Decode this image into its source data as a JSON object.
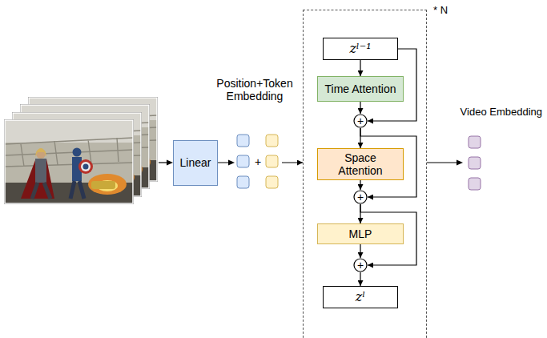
{
  "diagram": {
    "nodes": [
      {
        "text": [
          "Linear"
        ]
      },
      {
        "text": [
          "* N"
        ]
      },
      {
        "text": [
          "zˡ⁻¹"
        ],
        "in": 1
      },
      {
        "text": [
          "Time Attention"
        ],
        "in": 1
      },
      {
        "text": [
          "+"
        ],
        "in": 1
      },
      {
        "text": [
          "Space Attention"
        ],
        "in": 1
      },
      {
        "text": [
          "+"
        ],
        "in": 1
      },
      {
        "text": [
          "MLP"
        ],
        "in": 1
      },
      {
        "text": [
          "+"
        ],
        "in": 1
      },
      {
        "text": [
          "zˡ"
        ],
        "in": 1
      }
    ],
    "edges": [
      {
        "from": 0,
        "to": 1,
        "arrow": "to"
      },
      {
        "from": 2,
        "to": 3,
        "arrow": "to"
      },
      {
        "from": 3,
        "to": 4,
        "arrow": "to"
      },
      {
        "from": 2,
        "to": 4,
        "arrow": "to"
      },
      {
        "from": 4,
        "to": 5,
        "arrow": "to"
      },
      {
        "from": 5,
        "to": 6,
        "arrow": "to"
      },
      {
        "from": 4,
        "to": 6,
        "arrow": "to"
      },
      {
        "from": 6,
        "to": 7,
        "arrow": "to"
      },
      {
        "from": 7,
        "to": 8,
        "arrow": "to"
      },
      {
        "from": 6,
        "to": 8,
        "arrow": "to"
      },
      {
        "from": 8,
        "to": 9,
        "arrow": "to"
      }
    ],
    "labels": [
      "Position+Token Embedding",
      "+",
      "Video Embedding"
    ]
  }
}
